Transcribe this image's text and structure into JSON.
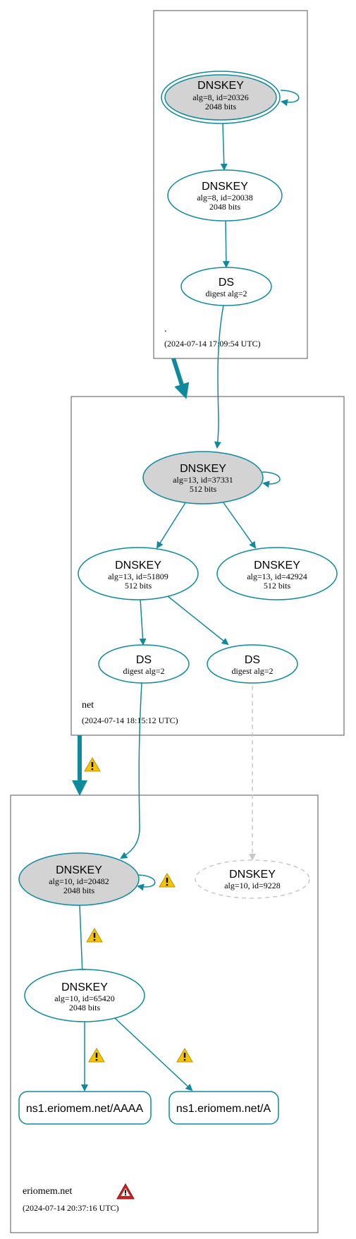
{
  "colors": {
    "edge": "#0f8a9c",
    "selfsig_fill": "#d3d3d3",
    "missing": "#c8c8c8",
    "warn": "#f5c400",
    "error": "#cc2222"
  },
  "zones": {
    "root": {
      "label": ".",
      "timestamp": "(2024-07-14 17:09:54 UTC)"
    },
    "net": {
      "label": "net",
      "timestamp": "(2024-07-14 18:15:12 UTC)"
    },
    "eriomem": {
      "label": "eriomem.net",
      "timestamp": "(2024-07-14 20:37:16 UTC)"
    }
  },
  "nodes": {
    "root_ksk": {
      "title": "DNSKEY",
      "line1": "alg=8, id=20326",
      "line2": "2048 bits"
    },
    "root_zsk": {
      "title": "DNSKEY",
      "line1": "alg=8, id=20038",
      "line2": "2048 bits"
    },
    "root_ds": {
      "title": "DS",
      "line1": "digest alg=2"
    },
    "net_ksk": {
      "title": "DNSKEY",
      "line1": "alg=13, id=37331",
      "line2": "512 bits"
    },
    "net_zsk1": {
      "title": "DNSKEY",
      "line1": "alg=13, id=51809",
      "line2": "512 bits"
    },
    "net_zsk2": {
      "title": "DNSKEY",
      "line1": "alg=13, id=42924",
      "line2": "512 bits"
    },
    "net_ds1": {
      "title": "DS",
      "line1": "digest alg=2"
    },
    "net_ds2": {
      "title": "DS",
      "line1": "digest alg=2"
    },
    "erio_ksk": {
      "title": "DNSKEY",
      "line1": "alg=10, id=20482",
      "line2": "2048 bits"
    },
    "erio_missing": {
      "title": "DNSKEY",
      "line1": "alg=10, id=9228"
    },
    "erio_zsk": {
      "title": "DNSKEY",
      "line1": "alg=10, id=65420",
      "line2": "2048 bits"
    },
    "rr_aaaa": {
      "label": "ns1.eriomem.net/AAAA"
    },
    "rr_a": {
      "label": "ns1.eriomem.net/A"
    }
  }
}
